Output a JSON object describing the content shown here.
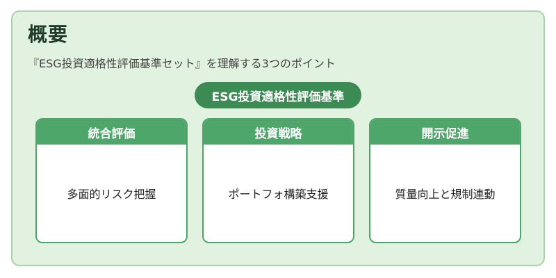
{
  "title": "概要",
  "subtitle": "『ESG投資適格性評価基準セット』を理解する3つのポイント",
  "center_label": "ESG投資適格性評価基準",
  "cards": [
    {
      "header": "統合評価",
      "body": "多面的リスク把握"
    },
    {
      "header": "投資戦略",
      "body": "ポートフォ構築支援"
    },
    {
      "header": "開示促進",
      "body": "質量向上と規制連動"
    }
  ],
  "colors": {
    "background": "#e2f2e0",
    "border": "#a9d3a8",
    "pill": "#3d8b54",
    "card_header": "#4fa66a"
  }
}
